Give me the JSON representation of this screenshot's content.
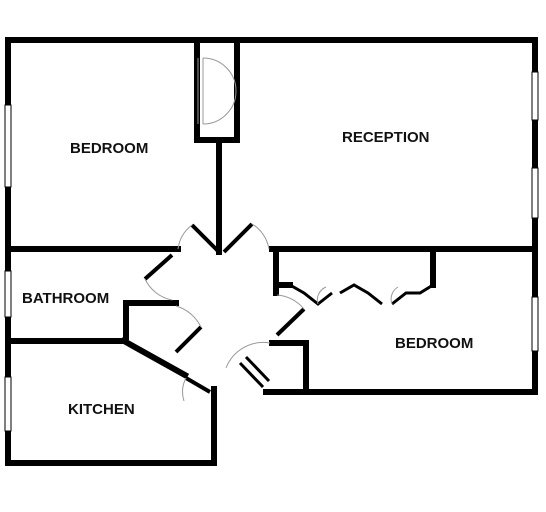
{
  "plan": {
    "rooms": {
      "bedroom_1": "BEDROOM",
      "reception": "RECEPTION",
      "bathroom": "BATHROOM",
      "bedroom_2": "BEDROOM",
      "kitchen": "KITCHEN"
    },
    "colors": {
      "wall": "#000000",
      "door_swing": "#aaaaaa",
      "window": "#ffffff",
      "background": "#ffffff"
    }
  }
}
